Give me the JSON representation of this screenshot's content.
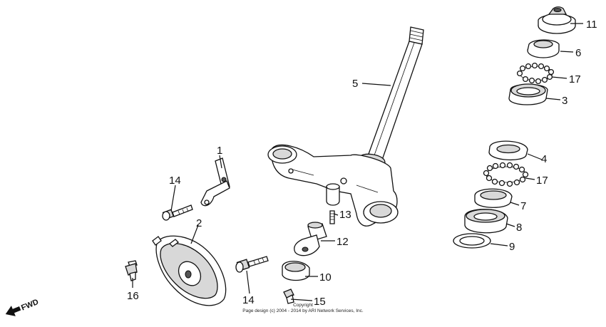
{
  "diagram": {
    "labels": {
      "p1": "1",
      "p2": "2",
      "p3": "3",
      "p4": "4",
      "p5": "5",
      "p6": "6",
      "p7": "7",
      "p8": "8",
      "p9": "9",
      "p10": "10",
      "p11": "11",
      "p12": "12",
      "p13": "13",
      "p14a": "14",
      "p14b": "14",
      "p15": "15",
      "p16": "16",
      "p17a": "17",
      "p17b": "17"
    },
    "fwd": "FWD",
    "copyright_line1": "Copyright",
    "copyright_line2": "Page design (c) 2004 - 2014 by ARI Network Services, Inc."
  }
}
